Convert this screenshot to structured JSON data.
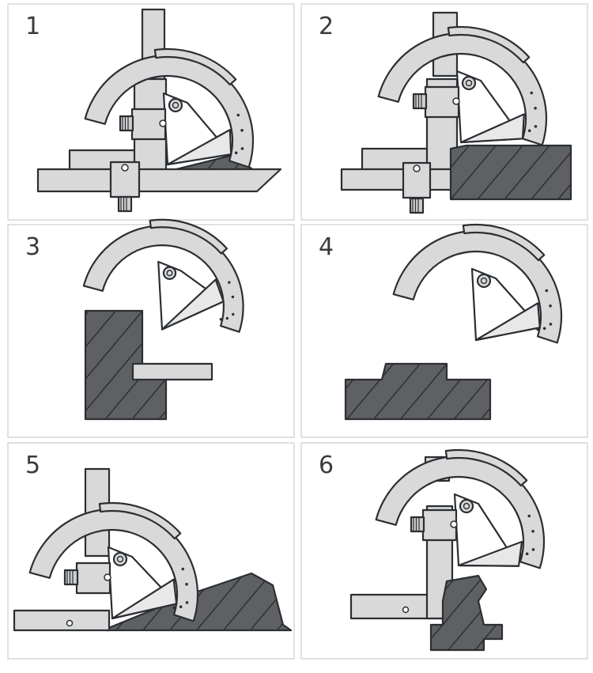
{
  "panels": [
    {
      "number": "1"
    },
    {
      "number": "2"
    },
    {
      "number": "3"
    },
    {
      "number": "4"
    },
    {
      "number": "5"
    },
    {
      "number": "6"
    }
  ],
  "colors": {
    "metal": "#d9d9d9",
    "outline": "#2b2f33",
    "workpiece": "#5f6063",
    "hatch": "#2e2f31",
    "panel_border": "#cfcfcf"
  }
}
